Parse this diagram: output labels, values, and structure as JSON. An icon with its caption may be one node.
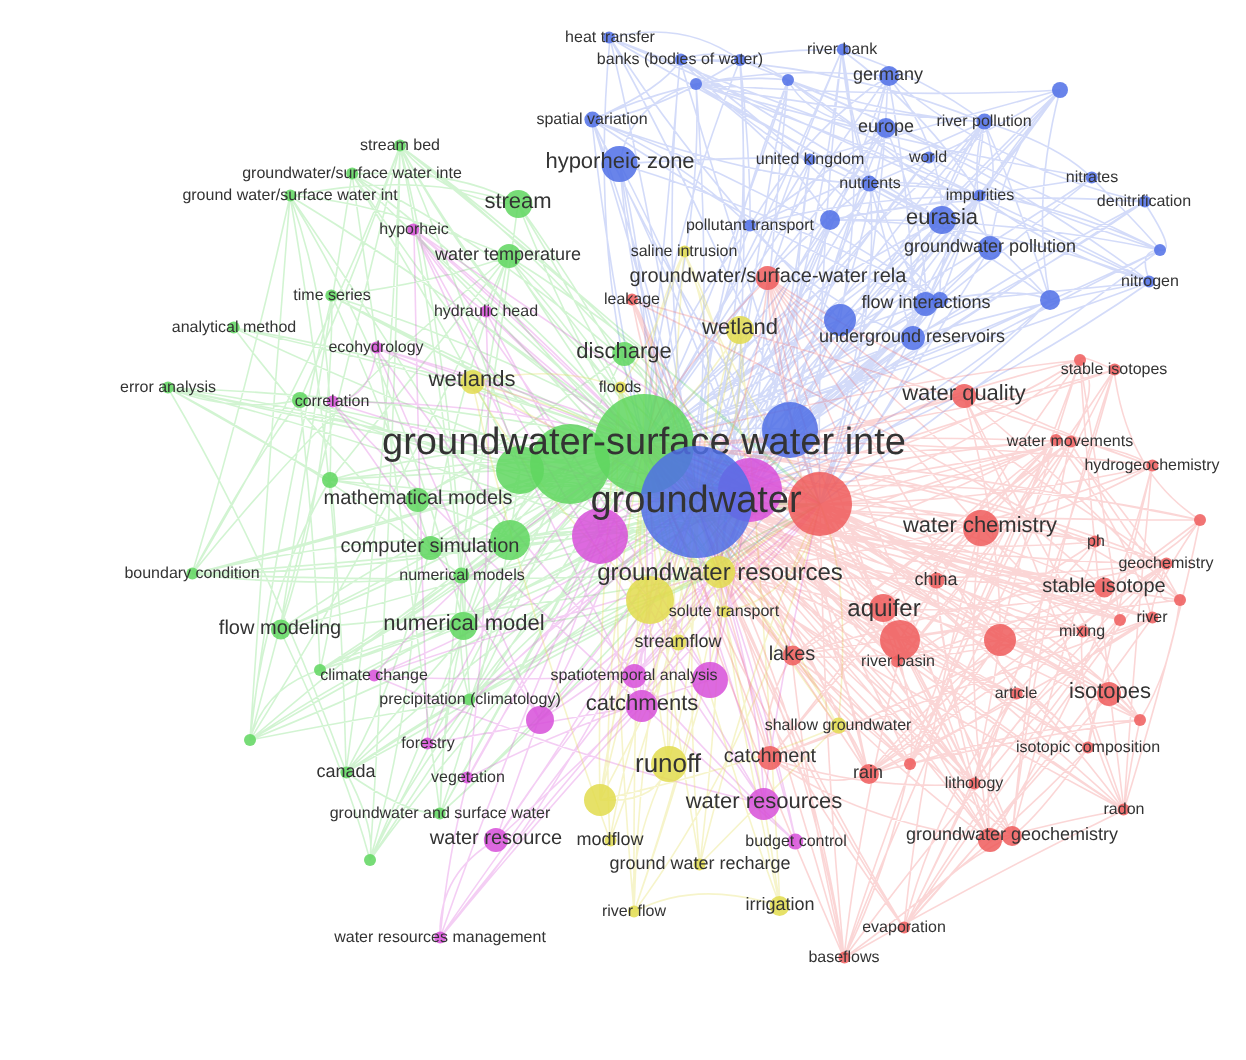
{
  "diagram": {
    "nodes": [
      {
        "text": [
          "heat transfer"
        ]
      },
      {
        "text": [
          "banks (bodies of water)"
        ]
      },
      {
        "text": [
          "river bank"
        ]
      },
      {
        "text": [
          "germany"
        ]
      },
      {
        "text": [
          "spatial variation"
        ]
      },
      {
        "text": [
          "stream bed"
        ]
      },
      {
        "text": [
          "hyporheic zone"
        ]
      },
      {
        "text": [
          "groundwater/surface water inte"
        ]
      },
      {
        "text": [
          "ground water/surface water int"
        ]
      },
      {
        "text": [
          "stream"
        ]
      },
      {
        "text": [
          "hyporheic"
        ]
      },
      {
        "text": [
          "water temperature"
        ]
      },
      {
        "text": [
          "united kingdom"
        ]
      },
      {
        "text": [
          "europe"
        ]
      },
      {
        "text": [
          "river pollution"
        ]
      },
      {
        "text": [
          "world"
        ]
      },
      {
        "text": [
          "nutrients"
        ]
      },
      {
        "text": [
          "nitrates"
        ]
      },
      {
        "text": [
          "impurities"
        ]
      },
      {
        "text": [
          "denitrification"
        ]
      },
      {
        "text": [
          "eurasia"
        ]
      },
      {
        "text": [
          "pollutant transport"
        ]
      },
      {
        "text": [
          "saline intrusion"
        ]
      },
      {
        "text": [
          "groundwater pollution"
        ]
      },
      {
        "text": [
          "groundwater/surface-water rela"
        ]
      },
      {
        "text": [
          "nitrogen"
        ]
      },
      {
        "text": [
          "time series"
        ]
      },
      {
        "text": [
          "leakage"
        ]
      },
      {
        "text": [
          "flow interactions"
        ]
      },
      {
        "text": [
          "analytical method"
        ]
      },
      {
        "text": [
          "hydraulic head"
        ]
      },
      {
        "text": [
          "wetland"
        ]
      },
      {
        "text": [
          "ecohydrology"
        ]
      },
      {
        "text": [
          "discharge"
        ]
      },
      {
        "text": [
          "underground reservoirs"
        ]
      },
      {
        "text": [
          "error analysis"
        ]
      },
      {
        "text": [
          "correlation"
        ]
      },
      {
        "text": [
          "wetlands"
        ]
      },
      {
        "text": [
          "floods"
        ]
      },
      {
        "text": [
          "stable isotopes"
        ]
      },
      {
        "text": [
          "water quality"
        ]
      },
      {
        "text": [
          "groundwater-surface water inte"
        ]
      },
      {
        "text": [
          "water movements"
        ]
      },
      {
        "text": [
          "hydrogeochemistry"
        ]
      },
      {
        "text": [
          "groundwater"
        ]
      },
      {
        "text": [
          "mathematical models"
        ]
      },
      {
        "text": [
          "water chemistry"
        ]
      },
      {
        "text": [
          "ph"
        ]
      },
      {
        "text": [
          "computer simulation"
        ]
      },
      {
        "text": [
          "geochemistry"
        ]
      },
      {
        "text": [
          "numerical models"
        ]
      },
      {
        "text": [
          "groundwater resources"
        ]
      },
      {
        "text": [
          "china"
        ]
      },
      {
        "text": [
          "boundary condition"
        ]
      },
      {
        "text": [
          "stable isotope"
        ]
      },
      {
        "text": [
          "aquifer"
        ]
      },
      {
        "text": [
          "river"
        ]
      },
      {
        "text": [
          "solute transport"
        ]
      },
      {
        "text": [
          "flow modeling"
        ]
      },
      {
        "text": [
          "numerical model"
        ]
      },
      {
        "text": [
          "mixing"
        ]
      },
      {
        "text": [
          "streamflow"
        ]
      },
      {
        "text": [
          "lakes"
        ]
      },
      {
        "text": [
          "river basin"
        ]
      },
      {
        "text": [
          "spatiotemporal analysis"
        ]
      },
      {
        "text": [
          "climate change"
        ]
      },
      {
        "text": [
          "article"
        ]
      },
      {
        "text": [
          "isotopes"
        ]
      },
      {
        "text": [
          "precipitation (climatology)"
        ]
      },
      {
        "text": [
          "catchments"
        ]
      },
      {
        "text": [
          "shallow groundwater"
        ]
      },
      {
        "text": [
          "isotopic composition"
        ]
      },
      {
        "text": [
          "forestry"
        ]
      },
      {
        "text": [
          "runoff"
        ]
      },
      {
        "text": [
          "catchment"
        ]
      },
      {
        "text": [
          "canada"
        ]
      },
      {
        "text": [
          "vegetation"
        ]
      },
      {
        "text": [
          "rain"
        ]
      },
      {
        "text": [
          "lithology"
        ]
      },
      {
        "text": [
          "water resources"
        ]
      },
      {
        "text": [
          "radon"
        ]
      },
      {
        "text": [
          "groundwater and surface water"
        ]
      },
      {
        "text": [
          "water resource"
        ]
      },
      {
        "text": [
          "modflow"
        ]
      },
      {
        "text": [
          "budget control"
        ]
      },
      {
        "text": [
          "groundwater geochemistry"
        ]
      },
      {
        "text": [
          "ground water recharge"
        ]
      },
      {
        "text": [
          "irrigation"
        ]
      },
      {
        "text": [
          "river flow"
        ]
      },
      {
        "text": [
          "evaporation"
        ]
      },
      {
        "text": [
          "water resources management"
        ]
      },
      {
        "text": [
          "baseflows"
        ]
      }
    ]
  }
}
